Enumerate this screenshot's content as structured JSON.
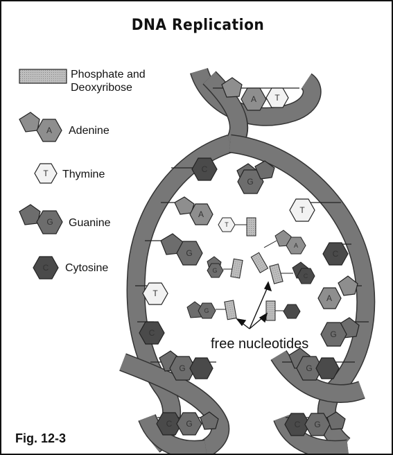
{
  "title": "DNA Replication",
  "figure_label": "Fig. 12-3",
  "legend": {
    "phosphate": "Phosphate and",
    "phosphate_line2": "Deoxyribose",
    "adenine": "Adenine",
    "thymine": "Thymine",
    "guanine": "Guanine",
    "cytosine": "Cytosine"
  },
  "annotation": "free nucleotides",
  "letters": {
    "A": "A",
    "T": "T",
    "G": "G",
    "C": "C"
  },
  "colors": {
    "backbone": "#b5b5b5",
    "adenine": "#8e8e8e",
    "thymine": "#f2f2f2",
    "guanine": "#6d6d6d",
    "cytosine": "#4a4a4a"
  }
}
